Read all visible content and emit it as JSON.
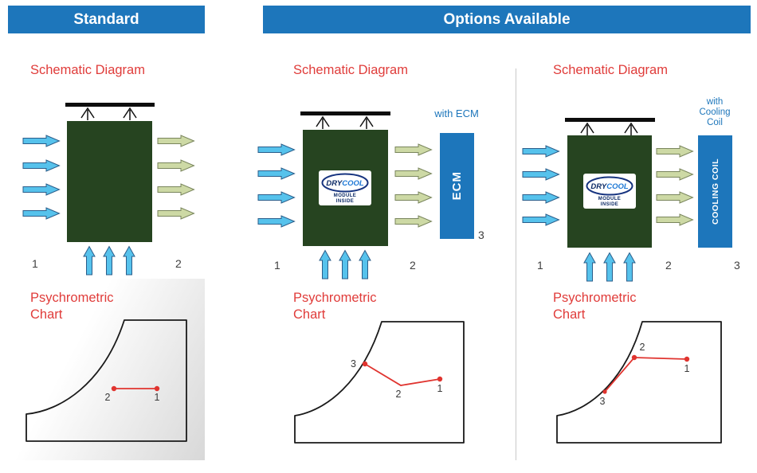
{
  "headers": {
    "standard": "Standard",
    "options_available": "Options Available"
  },
  "colors": {
    "header_bg": "#1d76bb",
    "accent_red": "#e03c3a",
    "unit_green": "#264420",
    "inlet_arrow_blue": "#56c2ec",
    "outlet_arrow_green": "#cdd9a5"
  },
  "logo": {
    "dry": "DRY",
    "cool": "COOL",
    "module": "MODULE",
    "inside": "INSIDE"
  },
  "panels": {
    "standard": {
      "schematic_title": "Schematic Diagram",
      "chart_title": "Psychrometric Chart",
      "inlet_label": "1",
      "outlet_label": "2",
      "chart_point_labels": {
        "p1": "1",
        "p2": "2"
      }
    },
    "ecm": {
      "schematic_title": "Schematic Diagram",
      "chart_title": "Psychrometric Chart",
      "option_caption": "with ECM",
      "unit_name": "ECM",
      "inlet_label": "1",
      "outlet_label": "2",
      "unit_outlet_label": "3",
      "chart_point_labels": {
        "p1": "1",
        "p2": "2",
        "p3": "3"
      }
    },
    "cooling_coil": {
      "schematic_title": "Schematic Diagram",
      "chart_title": "Psychrometric Chart",
      "option_caption": "with Cooling Coil",
      "unit_name": "COOLING COIL",
      "inlet_label": "1",
      "outlet_label": "2",
      "unit_outlet_label": "3",
      "chart_point_labels": {
        "p1": "1",
        "p2": "2",
        "p3": "3"
      }
    }
  }
}
